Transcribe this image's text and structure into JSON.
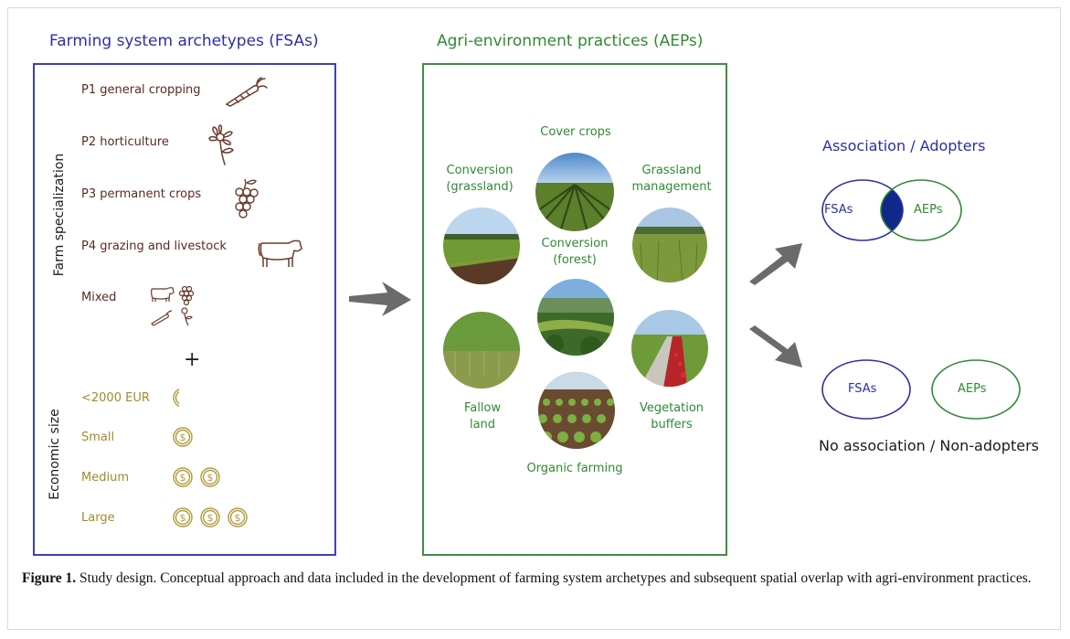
{
  "fsa": {
    "title": "Farming system archetypes (FSAs)",
    "specialization_label": "Farm specialization",
    "economic_label": "Economic size",
    "plus": "+",
    "categories": [
      {
        "label": "P1 general cropping",
        "icon": "carrot-icon"
      },
      {
        "label": "P2 horticulture",
        "icon": "flower-icon"
      },
      {
        "label": "P3 permanent crops",
        "icon": "grapes-icon"
      },
      {
        "label": "P4 grazing and livestock",
        "icon": "cow-icon"
      },
      {
        "label": "Mixed",
        "icon": "mixed-icons"
      }
    ],
    "sizes": [
      {
        "label": "<2000 EUR",
        "coins": 0.5
      },
      {
        "label": "Small",
        "coins": 1
      },
      {
        "label": "Medium",
        "coins": 2
      },
      {
        "label": "Large",
        "coins": 3
      }
    ]
  },
  "aep": {
    "title": "Agri-environment practices (AEPs)",
    "practices": [
      {
        "label": "Cover crops"
      },
      {
        "label": "Grassland management"
      },
      {
        "label": "Vegetation buffers"
      },
      {
        "label": "Organic farming"
      },
      {
        "label": "Fallow land"
      },
      {
        "label": "Conversion (grassland)"
      },
      {
        "label": "Conversion (forest)"
      }
    ],
    "practice_lines": {
      "cover": "Cover crops",
      "grass_mgmt_1": "Grassland",
      "grass_mgmt_2": "management",
      "veg_1": "Vegetation",
      "veg_2": "buffers",
      "organic": "Organic farming",
      "fallow_1": "Fallow",
      "fallow_2": "land",
      "conv_grass_1": "Conversion",
      "conv_grass_2": "(grassland)",
      "conv_forest_1": "Conversion",
      "conv_forest_2": "(forest)"
    }
  },
  "outcomes": {
    "association_title": "Association / Adopters",
    "no_association_title": "No association / Non-adopters",
    "fsa_label": "FSAs",
    "aep_label": "AEPs",
    "fsa_color": "#2b2fa8",
    "aep_color": "#2f8a32",
    "overlap_color": "#10288a"
  },
  "caption": {
    "label": "Figure 1.",
    "text": " Study design. Conceptual approach and data included in the development of farming system archetypes and subsequent spatial overlap with agri-environment practices."
  }
}
